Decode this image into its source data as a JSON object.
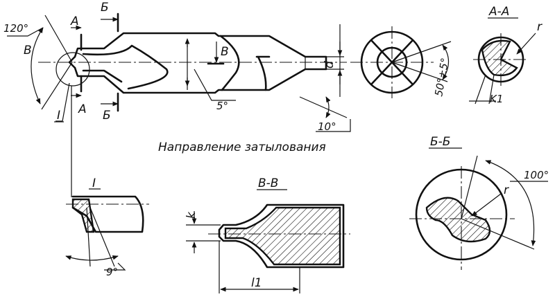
{
  "labels": {
    "angle_120": "120°",
    "letter_v_left": "В",
    "section_A_top": "А",
    "section_B_top": "Б",
    "section_A_bottom": "А",
    "section_B_bottom": "Б",
    "detail_I": "I",
    "letter_v_mid": "В",
    "angle_5": "5°",
    "angle_10": "10°",
    "dim_d": "d",
    "angle_50": "50°±5°",
    "title_AA": "А-А",
    "r_AA": "r",
    "k1": "K1",
    "direction_caption": "Направление затылования",
    "title_I": "I",
    "angle_9": "9°",
    "title_VV": "В-В",
    "dim_k": "k",
    "dim_l1": "l1",
    "title_BB": "Б-Б",
    "angle_100": "100°",
    "r_BB": "r"
  }
}
